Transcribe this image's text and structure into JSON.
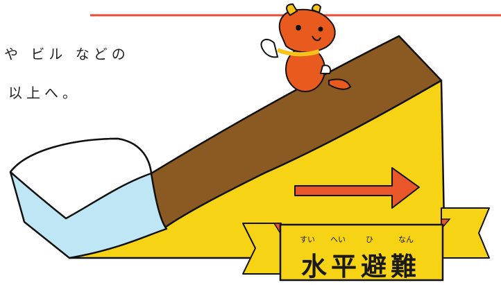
{
  "text": {
    "line1": "や ビル などの",
    "line2": "以上へ。"
  },
  "banner": {
    "title": "水平避難",
    "furigana": [
      "すい",
      "へい",
      "ひ",
      "なん"
    ]
  },
  "colors": {
    "top_rule": "#e94b35",
    "wedge_front": "#f7d316",
    "wedge_top": "#8a5a22",
    "water_front": "#bfe6f4",
    "character": "#e85a1e",
    "arrow": "#e8562a",
    "banner": "#f7d316"
  },
  "icons": [
    "mascot-character",
    "right-arrow"
  ]
}
